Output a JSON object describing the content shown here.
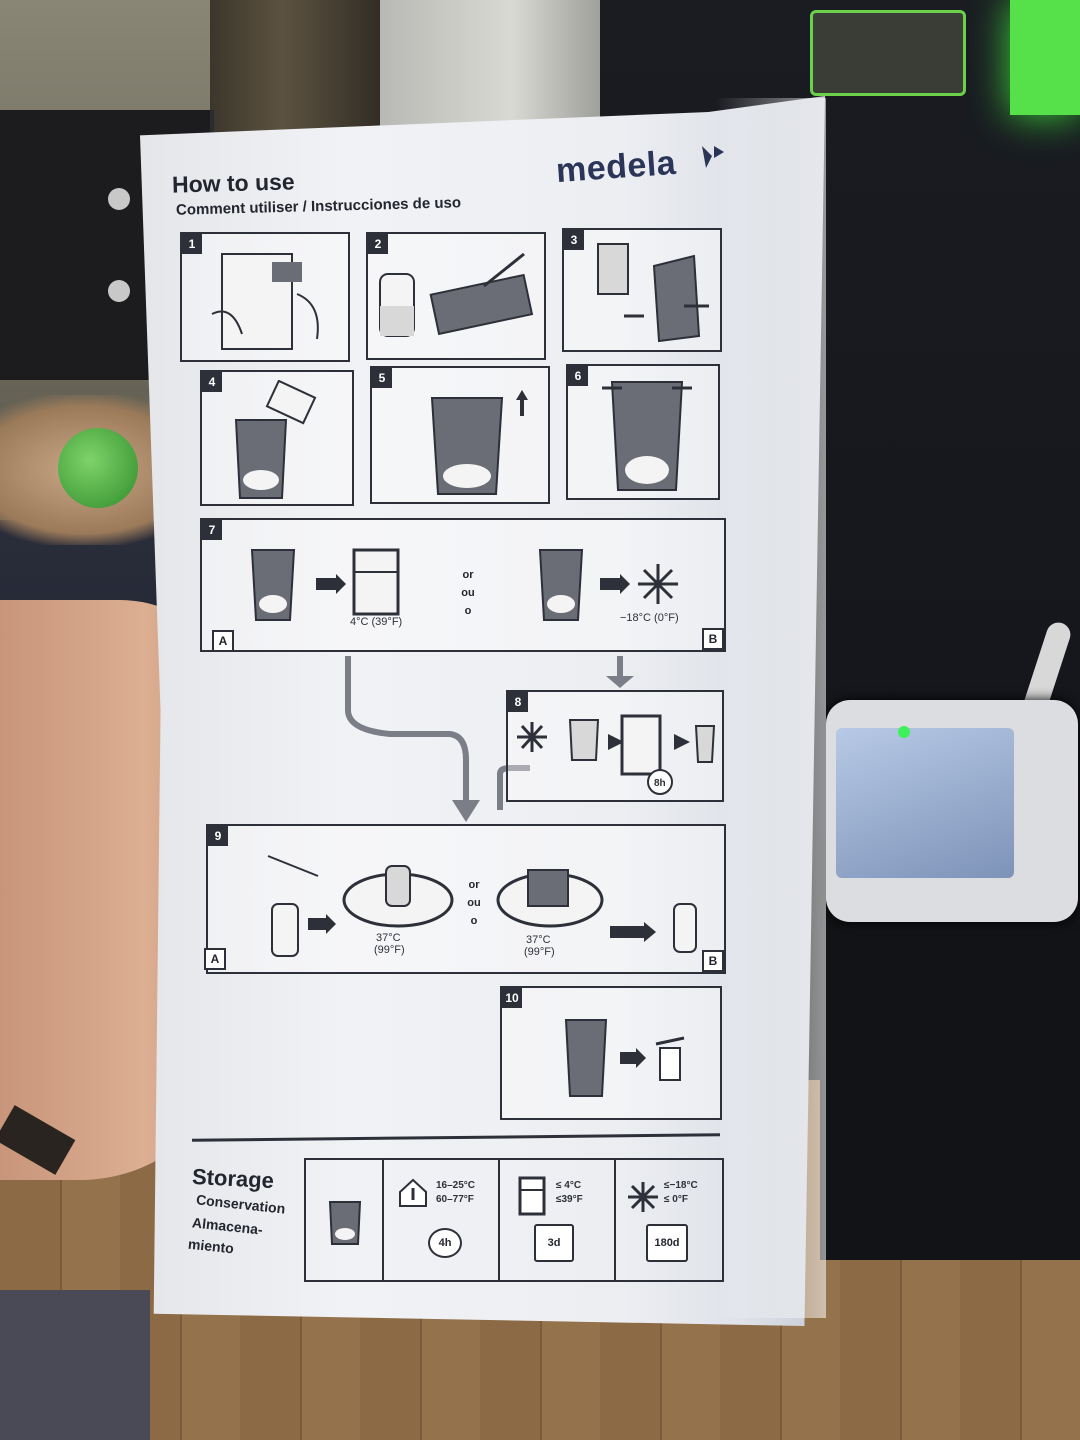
{
  "header": {
    "title": "How to use",
    "subtitle": "Comment utiliser / Instrucciones de uso",
    "brand": "medela"
  },
  "steps": {
    "s1": "1",
    "s2": "2",
    "s3": "3",
    "s4": "4",
    "s5": "5",
    "s6": "6",
    "s7": "7",
    "s8": "8",
    "s9": "9",
    "s10": "10"
  },
  "step7": {
    "fridge_temp": "4°C (39°F)",
    "freezer_temp": "−18°C (0°F)",
    "or_lines": [
      "or",
      "ou",
      "o"
    ],
    "label_a": "A",
    "label_b": "B"
  },
  "step8": {
    "thaw_time": "8h"
  },
  "step9": {
    "temp_a": "37°C",
    "temp_a_f": "(99°F)",
    "temp_b": "37°C",
    "temp_b_f": "(99°F)",
    "or_lines": [
      "or",
      "ou",
      "o"
    ],
    "label_a": "A",
    "label_b": "B"
  },
  "storage": {
    "title": "Storage",
    "sub_fr": "Conservation",
    "sub_es_1": "Almacena-",
    "sub_es_2": "miento",
    "room": {
      "temp_c": "16–25°C",
      "temp_f": "60–77°F",
      "duration": "4h"
    },
    "fridge": {
      "temp_c": "≤ 4°C",
      "temp_f": "≤39°F",
      "duration": "3d"
    },
    "freezer": {
      "temp_c": "≤−18°C",
      "temp_f": "≤ 0°F",
      "duration": "180d"
    }
  },
  "colors": {
    "ink": "#2d3038",
    "brand": "#2a3558",
    "pouch": "#eceef2"
  }
}
